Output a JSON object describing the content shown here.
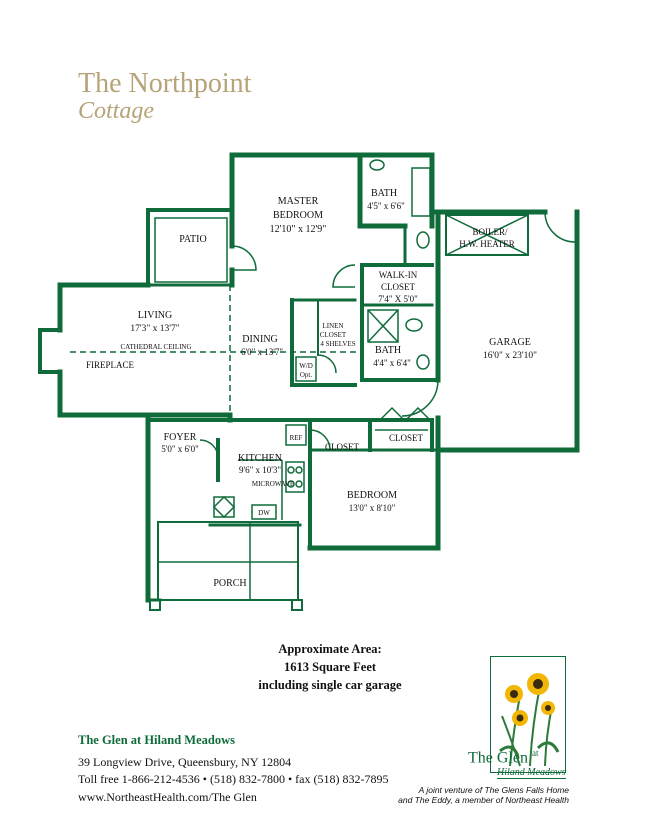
{
  "header": {
    "title": "The Northpoint",
    "subtitle": "Cottage"
  },
  "colors": {
    "wall": "#0f6b3a",
    "title": "#b6a478"
  },
  "rooms": {
    "master_bedroom": {
      "name1": "MASTER",
      "name2": "BEDROOM",
      "size": "12'10\" x 12'9\""
    },
    "bath_master": {
      "name": "BATH",
      "size": "4'5\" x 6'6\""
    },
    "patio": "PATIO",
    "boiler": {
      "line1": "BOILER/",
      "line2": "H.W. HEATER"
    },
    "walkin": {
      "line1": "WALK-IN",
      "line2": "CLOSET",
      "size": "7'4\" X 5'0\""
    },
    "living": {
      "name": "LIVING",
      "size": "17'3\" x 13'7\""
    },
    "cathedral": "CATHEDRAL CEILING",
    "fireplace": "FIREPLACE",
    "dining": {
      "name": "DINING",
      "size": "6'0\" x 13'7\""
    },
    "linen": {
      "line1": "LINEN",
      "line2": "CLOSET",
      "line3": "4 SHELVES"
    },
    "wd": {
      "line1": "W/D",
      "line2": "Opt."
    },
    "bath2": {
      "name": "BATH",
      "size": "4'4\" x 6'4\""
    },
    "garage": {
      "name": "GARAGE",
      "size": "16'0\" x 23'10\""
    },
    "foyer": {
      "name": "FOYER",
      "size": "5'0\" x 6'0\""
    },
    "ref": "REF",
    "kitchen": {
      "name": "KITCHEN",
      "size": "9'6\" x 10'3\""
    },
    "microwave": "MICROWAVE",
    "dw": "DW",
    "closet1": "CLOSET",
    "closet2": "CLOSET",
    "bedroom": {
      "name": "BEDROOM",
      "size": "13'0\" x 8'10\""
    },
    "porch": "PORCH"
  },
  "area": {
    "line1": "Approximate Area:",
    "line2": "1613 Square Feet",
    "line3": "including single car garage"
  },
  "contact": {
    "org": "The Glen at Hiland Meadows",
    "address": "39 Longview Drive, Queensbury, NY 12804",
    "phone": "Toll free 1-866-212-4536 • (518) 832-7800 • fax (518) 832-7895",
    "web": "www.NortheastHealth.com/The Glen"
  },
  "logo": {
    "brand": "The Glen",
    "brand_at": "at",
    "brand_sub": "Hiland Meadows",
    "venture1": "A joint venture of The Glens Falls Home",
    "venture2": "and The Eddy, a member of Northeast Health"
  }
}
